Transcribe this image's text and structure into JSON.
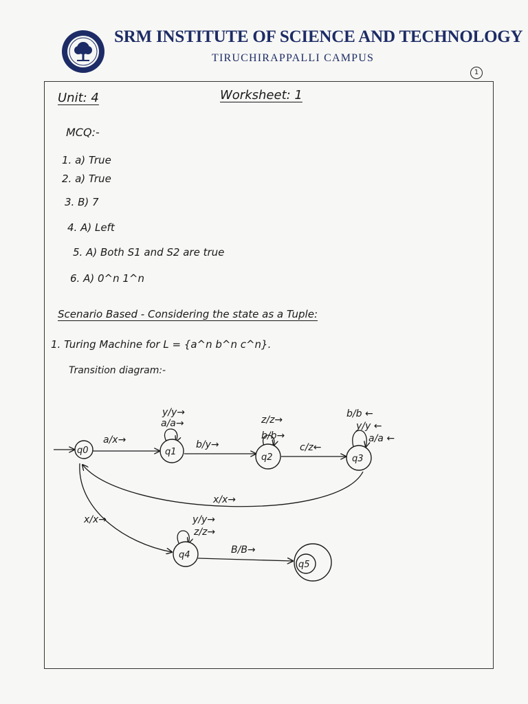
{
  "header": {
    "institution": "SRM INSTITUTE OF SCIENCE AND TECHNOLOGY",
    "campus": "TIRUCHIRAPPALLI CAMPUS",
    "page_number": "1"
  },
  "worksheet": {
    "unit": "Unit: 4",
    "title": "Worksheet: 1",
    "mcq_heading": "MCQ:-",
    "answers": [
      "1. a) True",
      "2. a) True",
      "3. B) 7",
      "4. A) Left",
      "5. A) Both S1 and S2 are true",
      "6. A) 0^n 1^n"
    ],
    "scenario_heading": "Scenario Based - Considering the state as a Tuple:",
    "question": "1. Turing Machine for L = {a^n b^n c^n}.",
    "subheading": "Transition diagram:-"
  },
  "diagram": {
    "states": [
      "q0",
      "q1",
      "q2",
      "q3",
      "q4",
      "q5"
    ],
    "transitions": {
      "q0_q1": "a/x→",
      "q1_loop": [
        "y/y→",
        "a/a→"
      ],
      "q1_q2": "b/y→",
      "q2_loop": [
        "z/z→",
        "b/b→"
      ],
      "q2_q3": "c/z←",
      "q3_loop": [
        "b/b ←",
        "y/y ←",
        "a/a ←"
      ],
      "q3_q0": "x/x→",
      "q0_q4": "x/x→",
      "q4_loop": [
        "y/y→",
        "z/z→"
      ],
      "q4_q5": "B/B→"
    }
  }
}
